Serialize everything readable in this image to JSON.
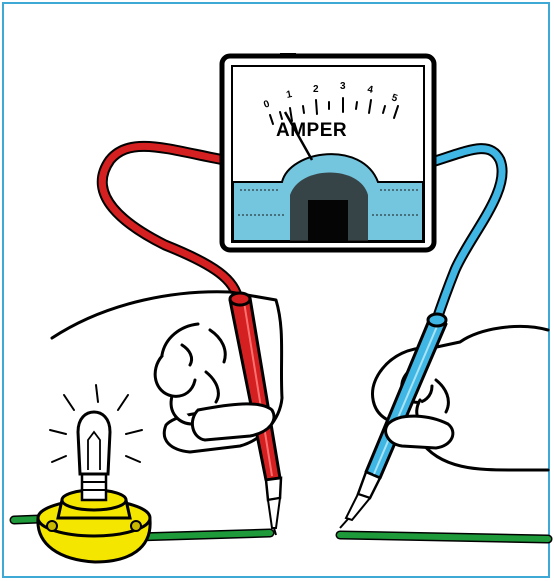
{
  "meter": {
    "unit_label": "AMPER",
    "scale_ticks": [
      "0",
      "1",
      "2",
      "3",
      "4",
      "5"
    ],
    "needle_value": 1.5
  },
  "colors": {
    "frame": "#3fa9d6",
    "probe_red": "#d42020",
    "probe_blue": "#3fb6e4",
    "meter_window": "#74c6de",
    "wire": "#1f9a3a",
    "bulb_socket": "#f5e600"
  },
  "icons": [
    "ammeter-icon",
    "light-bulb-icon",
    "red-probe-icon",
    "blue-probe-icon",
    "hand-icon"
  ]
}
